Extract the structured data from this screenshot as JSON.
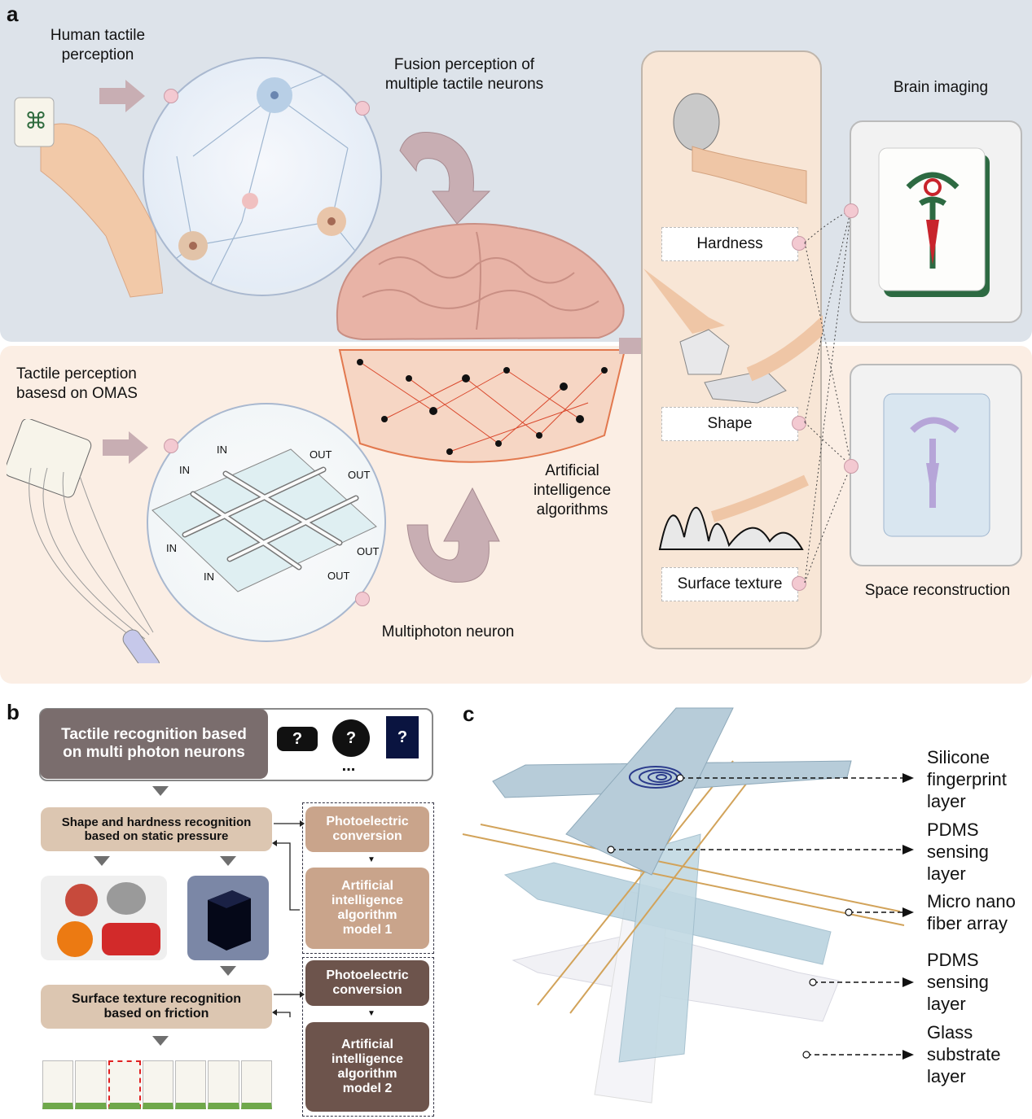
{
  "panel_a": {
    "letter": "a",
    "human_tactile": "Human tactile\nperception",
    "fusion": "Fusion perception of\nmultiple tactile neurons",
    "brain_imaging": "Brain imaging",
    "tactile_omas": "Tactile perception\nbasesd on OMAS",
    "ai_algorithms": "Artificial\nintelligence\nalgorithms",
    "multiphoton_neuron": "Multiphoton neuron",
    "space_reconstruction": "Space reconstruction",
    "properties": [
      "Hardness",
      "Shape",
      "Surface texture"
    ],
    "io_labels": [
      "IN",
      "IN",
      "OUT",
      "OUT",
      "IN",
      "IN",
      "OUT",
      "OUT"
    ]
  },
  "panel_b": {
    "letter": "b",
    "header": "Tactile recognition based\non multi photon neurons",
    "ellipsis": "...",
    "question": "?",
    "shape_hardness": "Shape and hardness recognition\nbased on static pressure",
    "surface_texture": "Surface texture recognition\nbased on friction",
    "photoelectric_1": "Photoelectric\nconversion",
    "ai_model_1": "Artificial\nintelligence\nalgorithm\nmodel 1",
    "photoelectric_2": "Photoelectric\nconversion",
    "ai_model_2": "Artificial\nintelligence\nalgorithm\nmodel 2"
  },
  "panel_c": {
    "letter": "c",
    "layers": [
      "Silicone\nfingerprint\nlayer",
      "PDMS\nsensing\nlayer",
      "Micro nano\nfiber array",
      "PDMS\nsensing\nlayer",
      "Glass\nsubstrate\nlayer"
    ]
  },
  "colors": {
    "panel_a_top": "#dde3ea",
    "panel_a_bottom": "#fbeee4",
    "arrow": "#c8aeb3",
    "brown_box": "#6d544c",
    "tan_box": "#dcc6b1"
  }
}
